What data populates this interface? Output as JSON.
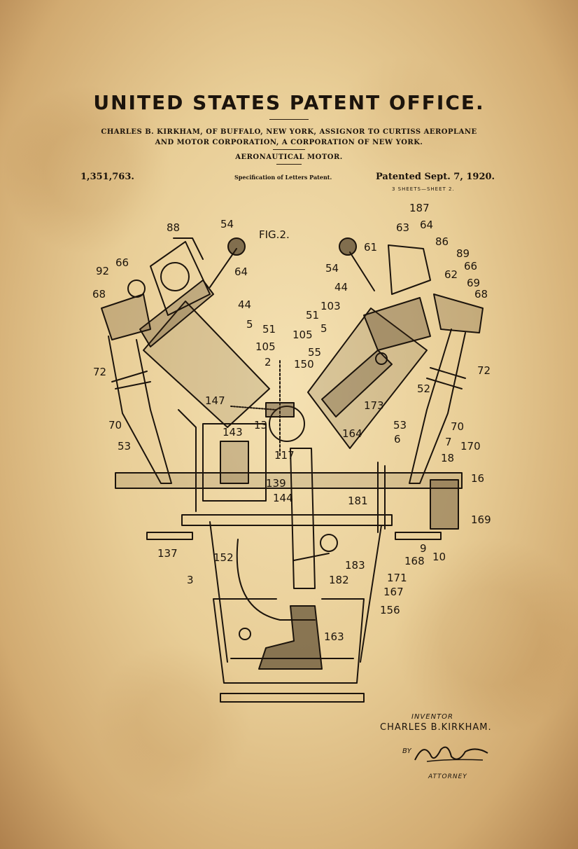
{
  "header": {
    "title": "UNITED STATES PATENT OFFICE.",
    "line1": "CHARLES B. KIRKHAM, OF BUFFALO, NEW YORK, ASSIGNOR TO CURTISS AEROPLANE",
    "line2": "AND MOTOR CORPORATION, A CORPORATION OF NEW YORK.",
    "subject": "AERONAUTICAL MOTOR."
  },
  "meta": {
    "patent_number": "1,351,763.",
    "specification": "Specification of Letters Patent.",
    "patented": "Patented Sept. 7, 1920.",
    "sheets": "3 SHEETS—SHEET 2."
  },
  "figure": {
    "caption": "FIG.2.",
    "labels": [
      "88",
      "54",
      "66",
      "92",
      "64",
      "68",
      "44",
      "5",
      "51",
      "105",
      "2",
      "150",
      "72",
      "147",
      "13",
      "143",
      "70",
      "53",
      "117",
      "139",
      "144",
      "137",
      "152",
      "3",
      "183",
      "182",
      "163",
      "187",
      "63",
      "64",
      "86",
      "61",
      "89",
      "54",
      "66",
      "62",
      "69",
      "44",
      "103",
      "68",
      "51",
      "5",
      "105",
      "55",
      "52",
      "72",
      "173",
      "53",
      "164",
      "6",
      "7",
      "70",
      "170",
      "18",
      "16",
      "181",
      "169",
      "9",
      "168",
      "10",
      "171",
      "167",
      "156"
    ]
  },
  "signature": {
    "inventor_label": "INVENTOR",
    "inventor_name": "CHARLES B.KIRKHAM.",
    "by": "BY",
    "attorney_label": "ATTORNEY"
  },
  "colors": {
    "paper": "#e9cf98",
    "ink": "#1c140c",
    "stain": "#b07a3a"
  }
}
